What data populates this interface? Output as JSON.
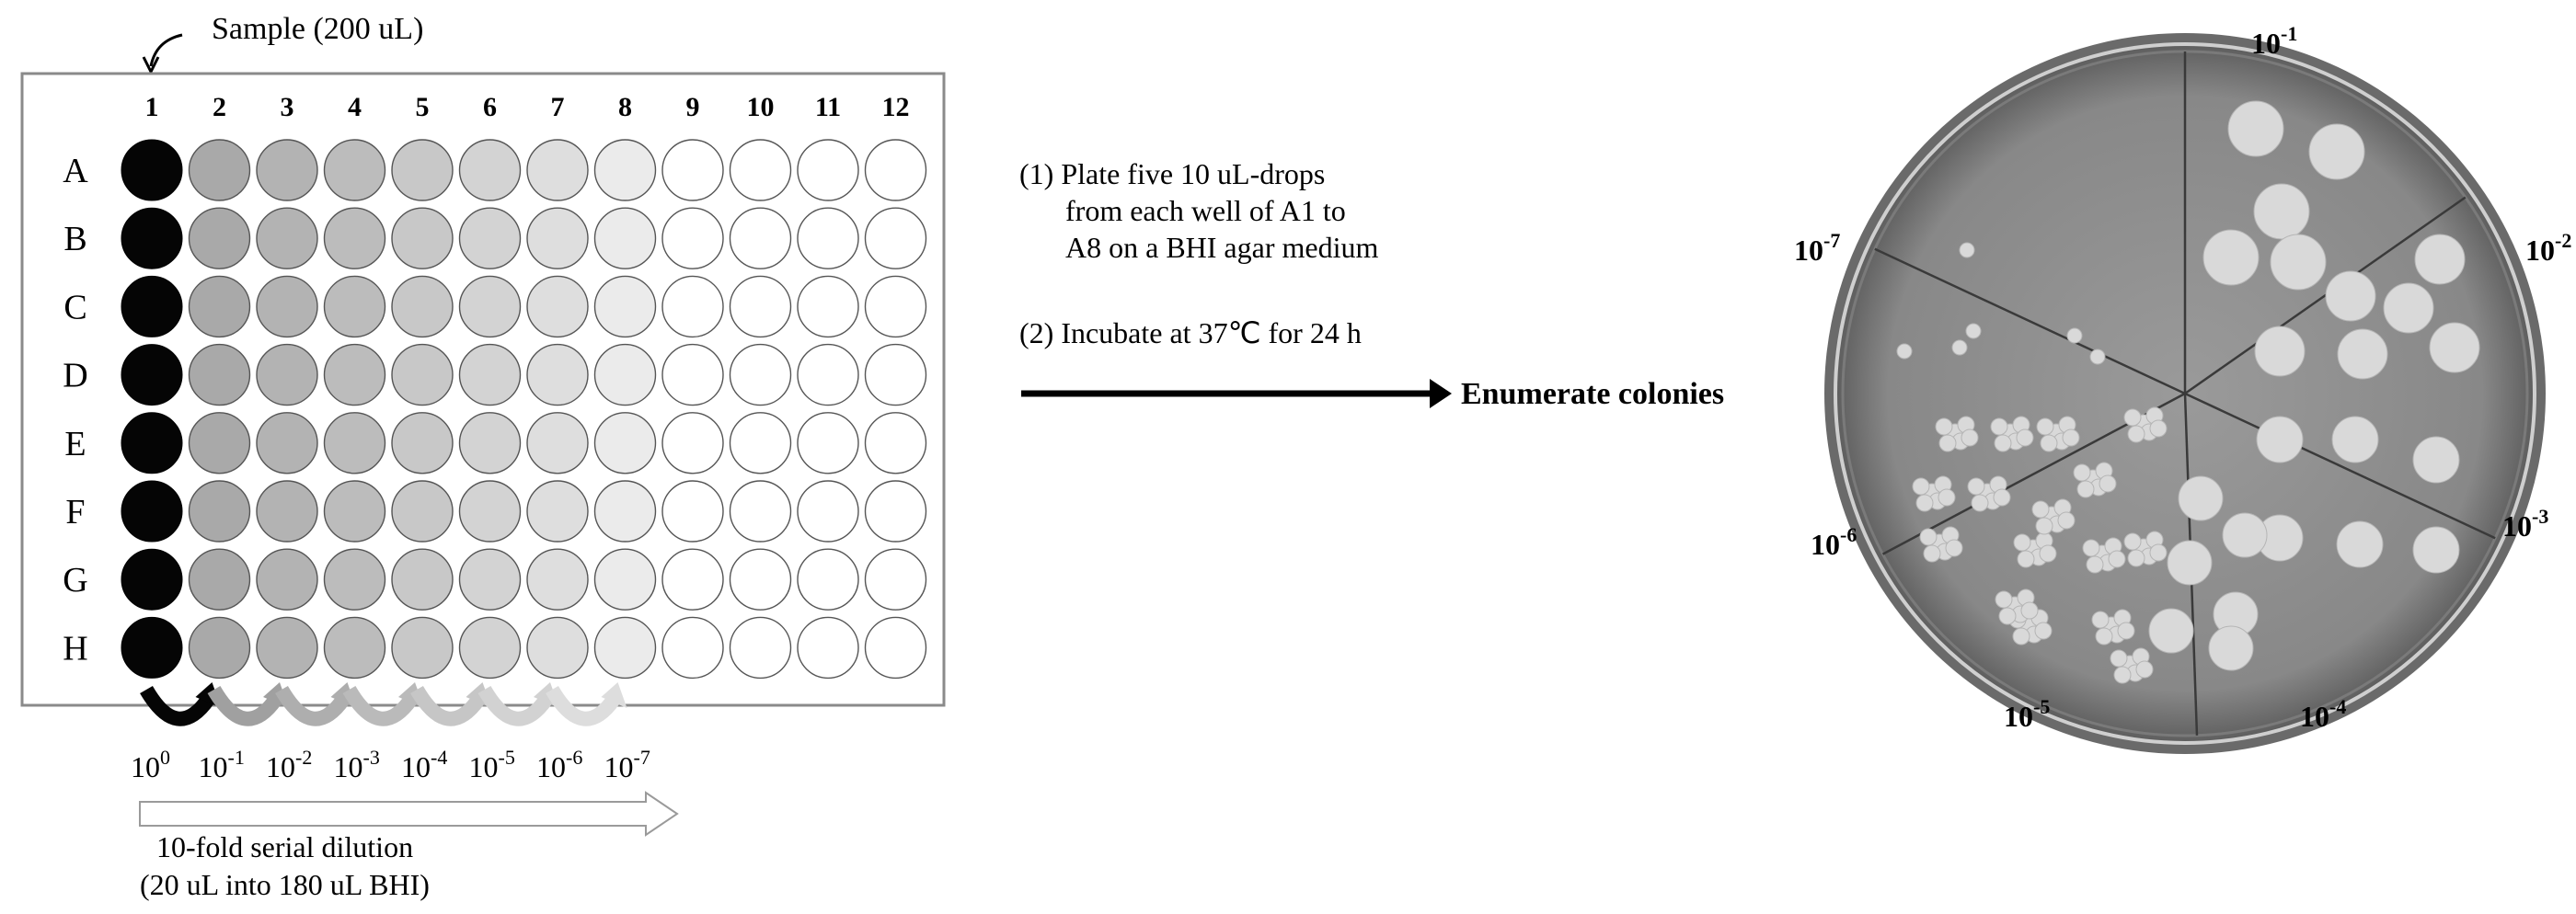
{
  "sample_label": "Sample (200 uL)",
  "columns": [
    "1",
    "2",
    "3",
    "4",
    "5",
    "6",
    "7",
    "8",
    "9",
    "10",
    "11",
    "12"
  ],
  "rows": [
    "A",
    "B",
    "C",
    "D",
    "E",
    "F",
    "G",
    "H"
  ],
  "column_fills": [
    "#050505",
    "#a9a9a9",
    "#b3b3b3",
    "#bcbcbc",
    "#c8c8c8",
    "#d3d3d3",
    "#dedede",
    "#ebebeb",
    "#ffffff",
    "#ffffff",
    "#ffffff",
    "#ffffff"
  ],
  "arrow_fills": [
    "#050505",
    "#a0a0a0",
    "#aeaeae",
    "#bababa",
    "#c6c6c6",
    "#d2d2d2",
    "#dddddd"
  ],
  "dilution_labels": [
    {
      "base": "10",
      "exp": "0"
    },
    {
      "base": "10",
      "exp": "-1"
    },
    {
      "base": "10",
      "exp": "-2"
    },
    {
      "base": "10",
      "exp": "-3"
    },
    {
      "base": "10",
      "exp": "-4"
    },
    {
      "base": "10",
      "exp": "-5"
    },
    {
      "base": "10",
      "exp": "-6"
    },
    {
      "base": "10",
      "exp": "-7"
    }
  ],
  "serial_dilution_line1": "10-fold serial dilution",
  "serial_dilution_line2": "(20 uL into 180 uL BHI)",
  "step1_line1": "(1) Plate five 10 uL-drops",
  "step1_line2": "from each well of A1 to",
  "step1_line3": "A8 on a BHI agar medium",
  "step2": "(2) Incubate at 37℃ for 24 h",
  "result_label": "Enumerate colonies",
  "plate_sector_labels": [
    {
      "base": "10",
      "exp": "-1"
    },
    {
      "base": "10",
      "exp": "-2"
    },
    {
      "base": "10",
      "exp": "-3"
    },
    {
      "base": "10",
      "exp": "-4"
    },
    {
      "base": "10",
      "exp": "-5"
    },
    {
      "base": "10",
      "exp": "-6"
    },
    {
      "base": "10",
      "exp": "-7"
    }
  ],
  "colors": {
    "plate_border": "#8a8a8a",
    "agar": "#8f8f8f",
    "agar_dark": "#6f6f6f",
    "colony": "#d9d9d9"
  }
}
